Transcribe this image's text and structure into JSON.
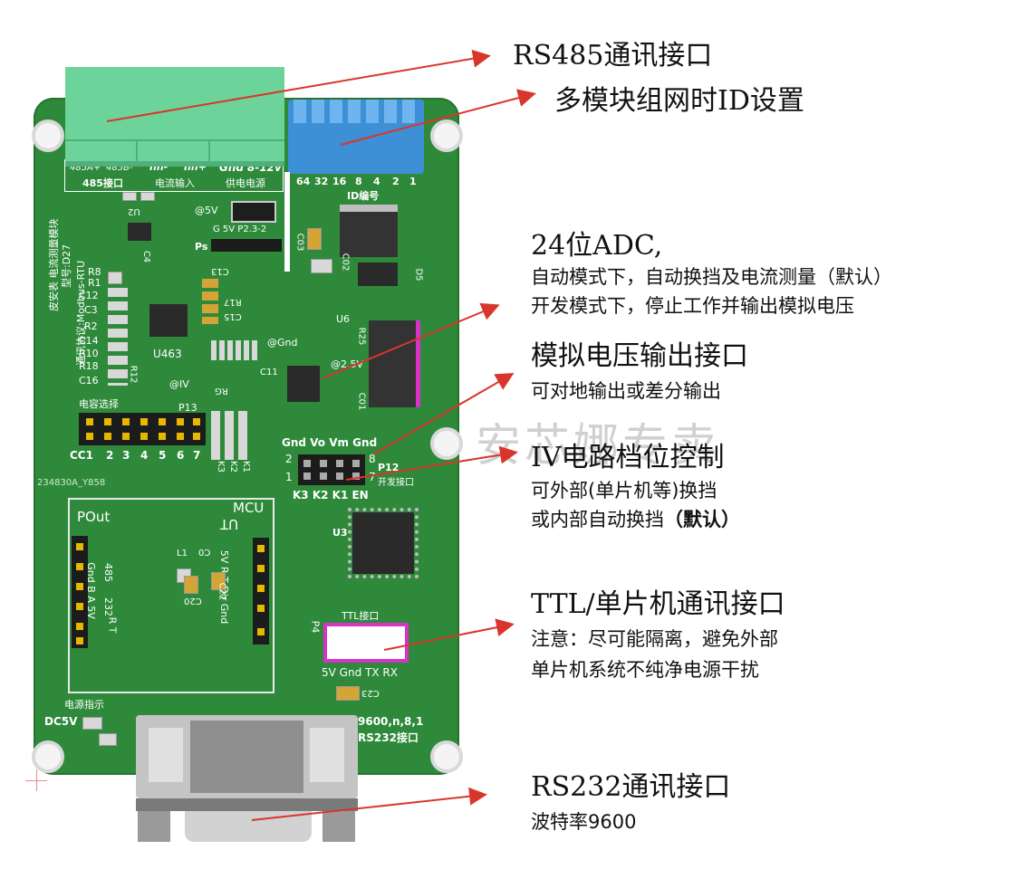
{
  "board": {
    "terminal_labels": [
      "485A+",
      "485B-",
      "Iin-",
      "Iin+",
      "Gnd",
      "8-12v"
    ],
    "terminal_group_labels": [
      "485接口",
      "电流输入",
      "供电电源"
    ],
    "dip_numbers": [
      "64",
      "32",
      "16",
      "8",
      "4",
      "2",
      "1"
    ],
    "id_label": "ID编号",
    "title_vertical": "皮安表 电流测量模块",
    "model_vertical": "型号:D27",
    "protocol_vertical": "通讯协议:Modbus-RTU",
    "u2": "U2",
    "at5v": "@5V",
    "p23": "G 5V P2.3-2",
    "ps": "Ps",
    "u463": "U463",
    "u6": "U6",
    "at_gnd": "@Gnd",
    "at_25v": "@2.5V",
    "at_iv": "@IV",
    "r25": "R25",
    "rg": "RG",
    "c11": "C11",
    "d5": "D5",
    "c01": "C01",
    "c03": "C03",
    "c02": "C02",
    "c13": "C13",
    "c15": "C15",
    "r17": "R17",
    "c4": "C4",
    "resistor_list": [
      "R8",
      "R1",
      "C12",
      "C3",
      "R2",
      "C14",
      "R10",
      "R18",
      "C16"
    ],
    "r12": "R12",
    "cap_select_label": "电容选择",
    "p13": "P13",
    "cc_labels": [
      "CC1",
      "2",
      "3",
      "4",
      "5",
      "6",
      "7"
    ],
    "k_labels": [
      "K3",
      "K2",
      "K1"
    ],
    "p12_top": "Gnd Vo Vm Gnd",
    "p12_bottom": "K3 K2 K1 EN",
    "p12_left_top": "2",
    "p12_left_bottom": "1",
    "p12_right_top": "8",
    "p12_right_bottom": "7",
    "p12": "P12",
    "p12_sub": "开发接口",
    "board_id": "234830A_Y858",
    "pout": "POut",
    "mcu": "MCU",
    "ut": "UT",
    "pout_pins": "Gnd B A 5V",
    "pout_pins2": "485",
    "pout_pins3": "232",
    "pout_pins4": "R T",
    "ut_pins": "5V R T Dir Gnd",
    "l1": "L1",
    "c0": "C0",
    "c20": "C20",
    "c22": "C22",
    "u3": "U3",
    "p4": "P4",
    "ttl_label": "TTL接口",
    "ttl_pins": "5V Gnd TX RX",
    "c23": "C23",
    "power_indicator": "电源指示",
    "dc5v": "DC5V",
    "rs232_info1": "9600,n,8,1",
    "rs232_info2": "RS232接口"
  },
  "annotations": {
    "rs485": "RS485通讯接口",
    "id_setting": "多模块组网时ID设置",
    "adc_title": "24位ADC,",
    "adc_line1": "自动模式下，自动换挡及电流测量（默认）",
    "adc_line2": "开发模式下，停止工作并输出模拟电压",
    "analog_title": "模拟电压输出接口",
    "analog_line1": "可对地输出或差分输出",
    "iv_title": "IV电路档位控制",
    "iv_line1": "可外部(单片机等)换挡",
    "iv_line2": "或内部自动换挡",
    "iv_line2_bold": "（默认）",
    "ttl_title": "TTL/单片机通讯接口",
    "ttl_line1": "注意：尽可能隔离，避免外部",
    "ttl_line2": "单片机系统不纯净电源干扰",
    "rs232_title": "RS232通讯接口",
    "rs232_line1": "波特率9600"
  },
  "watermark": "安芯娜专卖",
  "colors": {
    "pcb": "#2e8a3a",
    "terminal": "#6cd39a",
    "dip": "#3d8fd6",
    "arrow": "#d9362b",
    "header_pins": "#e6b800"
  }
}
